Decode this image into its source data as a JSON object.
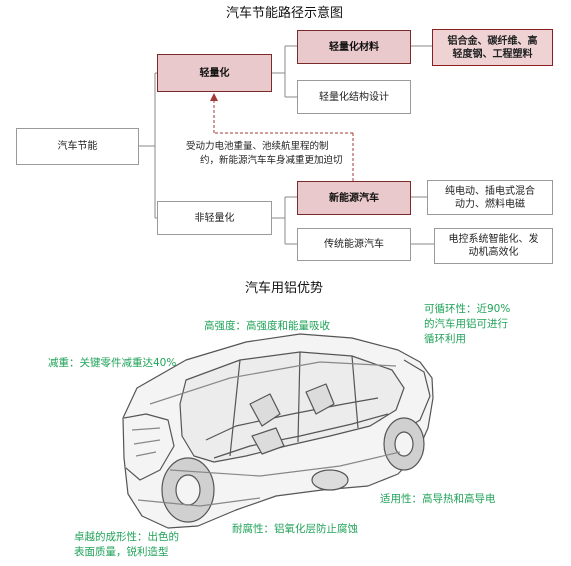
{
  "titles": {
    "top": "汽车节能路径示意图",
    "bottom": "汽车用铝优势"
  },
  "diagram": {
    "root": "汽车节能",
    "lightweight": "轻量化",
    "non_lightweight": "非轻量化",
    "materials": "轻量化材料",
    "structure": "轻量化结构设计",
    "materials_detail_1": "铝合金、碳纤维、高",
    "materials_detail_2": "轻度钢、工程塑料",
    "new_energy": "新能源汽车",
    "traditional": "传统能源汽车",
    "ne_detail_1": "纯电动、插电式混合",
    "ne_detail_2": "动力、燃料电磁",
    "trad_detail_1": "电控系统智能化、发",
    "trad_detail_2": "动机高效化",
    "note_1": "受动力电池重量、池续航里程的制",
    "note_2": "约，新能源汽车车身减重更加迫切"
  },
  "advantages": {
    "strength": "高强度：高强度和能量吸收",
    "recycle_1": "可循环性：近90%",
    "recycle_2": "的汽车用铝可进行",
    "recycle_3": "循环利用",
    "weight": "减重：关键零件减重达40%",
    "suitability": "适用性：高导热和高导电",
    "forming_1": "卓越的成形性：出色的",
    "forming_2": "表面质量，锐利造型",
    "corrosion": "耐腐性：铝氧化层防止腐蚀"
  },
  "colors": {
    "highlight_fill": "#e9c9cb",
    "highlight_border": "#8a1f1f",
    "advantage_text": "#21a35a",
    "connector": "#8a8a8a"
  }
}
